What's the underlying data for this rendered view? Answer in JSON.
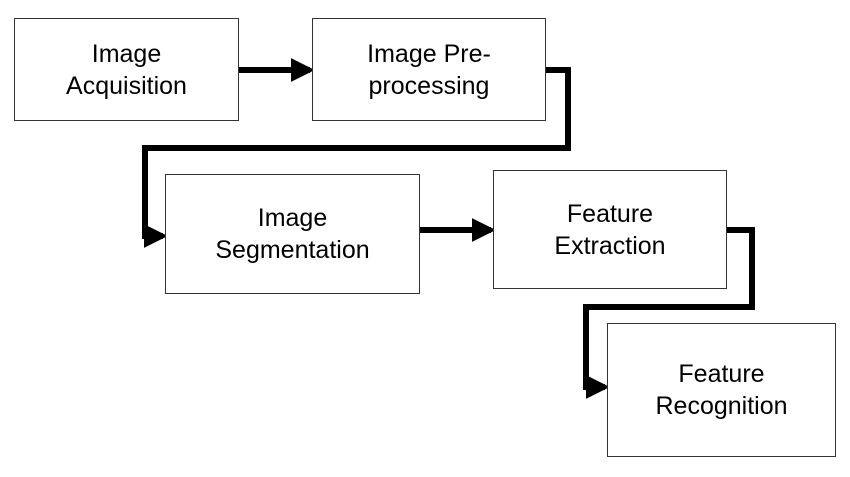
{
  "diagram": {
    "type": "flowchart",
    "colors": {
      "box_border": "#333333",
      "arrow": "#000000",
      "text": "#000000",
      "background": "#ffffff"
    },
    "nodes": [
      {
        "id": "acquisition",
        "lines": [
          "Image",
          "Acquisition"
        ]
      },
      {
        "id": "preprocessing",
        "lines": [
          "Image Pre-",
          "processing"
        ]
      },
      {
        "id": "segmentation",
        "lines": [
          "Image",
          "Segmentation"
        ]
      },
      {
        "id": "extraction",
        "lines": [
          "Feature",
          "Extraction"
        ]
      },
      {
        "id": "recognition",
        "lines": [
          "Feature",
          "Recognition"
        ]
      }
    ],
    "edges": [
      {
        "from": "acquisition",
        "to": "preprocessing"
      },
      {
        "from": "preprocessing",
        "to": "segmentation"
      },
      {
        "from": "segmentation",
        "to": "extraction"
      },
      {
        "from": "extraction",
        "to": "recognition"
      }
    ]
  }
}
